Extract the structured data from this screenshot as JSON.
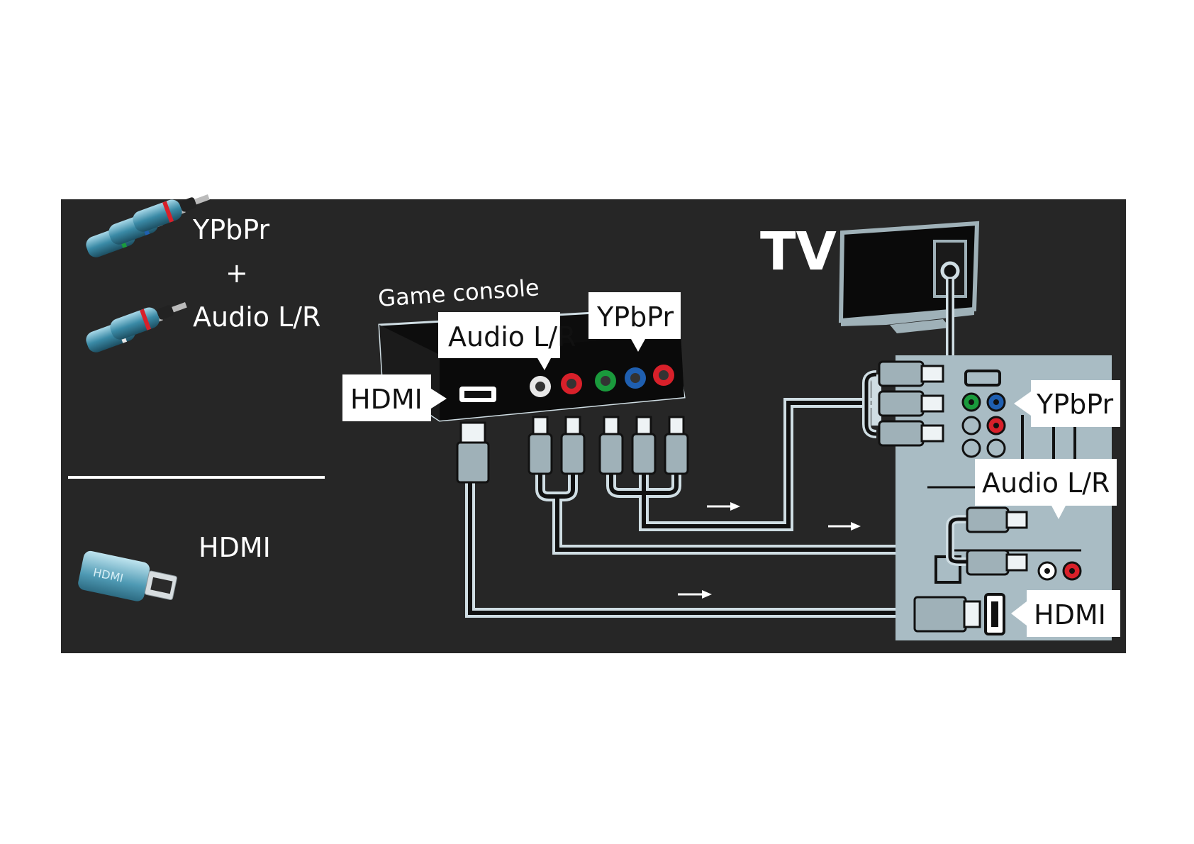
{
  "legend": {
    "component_label": "YPbPr",
    "plus_label": "+",
    "audio_label": "Audio L/R",
    "hdmi_label": "HDMI"
  },
  "console": {
    "title": "Game console",
    "audio_callout": "Audio L/R",
    "ypbpr_callout": "YPbPr",
    "hdmi_callout": "HDMI"
  },
  "tv": {
    "title": "TV",
    "ypbpr_callout": "YPbPr",
    "audio_callout": "Audio L/R",
    "hdmi_callout": "HDMI"
  },
  "colors": {
    "background": "#262626",
    "cable_outline": "#cfdde3",
    "cable_core": "#111111",
    "plug_body": "#9fb1b8",
    "tv_panel": "#a9bcc4",
    "callout_bg": "#ffffff",
    "jack_green": "#1a9a3c",
    "jack_blue": "#1f5fb0",
    "jack_red": "#d8202a",
    "jack_white": "#e8e8e8"
  },
  "icons": {
    "component_plugs": "rca-plugs-icon",
    "audio_plugs": "rca-plugs-icon",
    "hdmi_plug": "hdmi-plug-icon",
    "tv": "tv-icon",
    "game_console": "game-console-icon",
    "arrow": "arrow-right-icon"
  }
}
